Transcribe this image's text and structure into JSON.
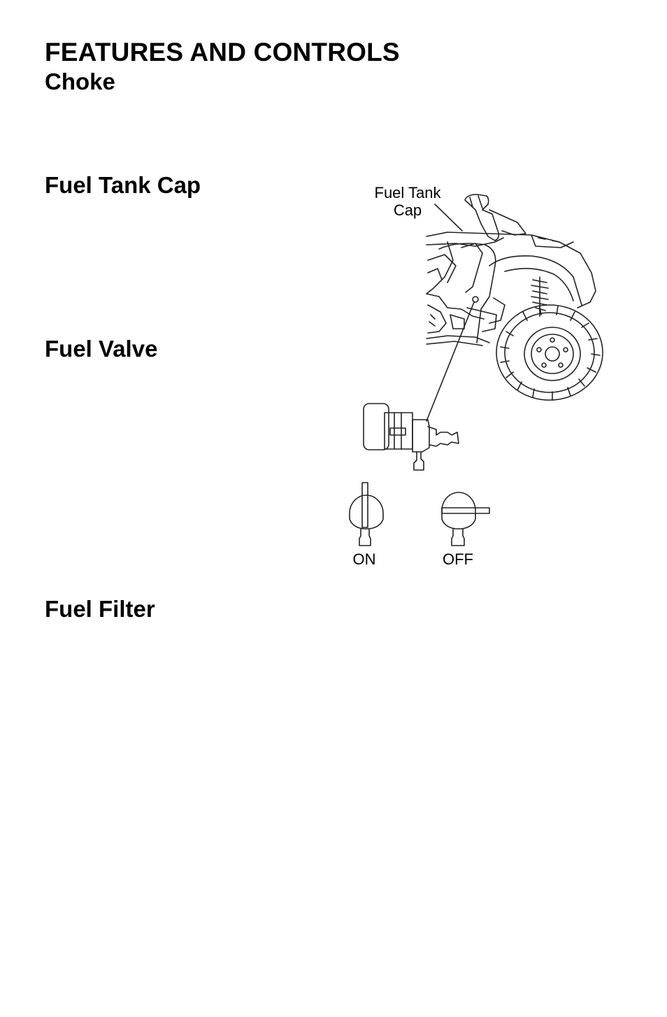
{
  "header": {
    "title": "FEATURES AND CONTROLS"
  },
  "sections": {
    "choke": "Choke",
    "fuel_tank_cap": "Fuel Tank Cap",
    "fuel_valve": "Fuel Valve",
    "fuel_filter": "Fuel Filter"
  },
  "illustration": {
    "callout_line1": "Fuel Tank",
    "callout_line2": "Cap",
    "valve_on": "ON",
    "valve_off": "OFF"
  }
}
